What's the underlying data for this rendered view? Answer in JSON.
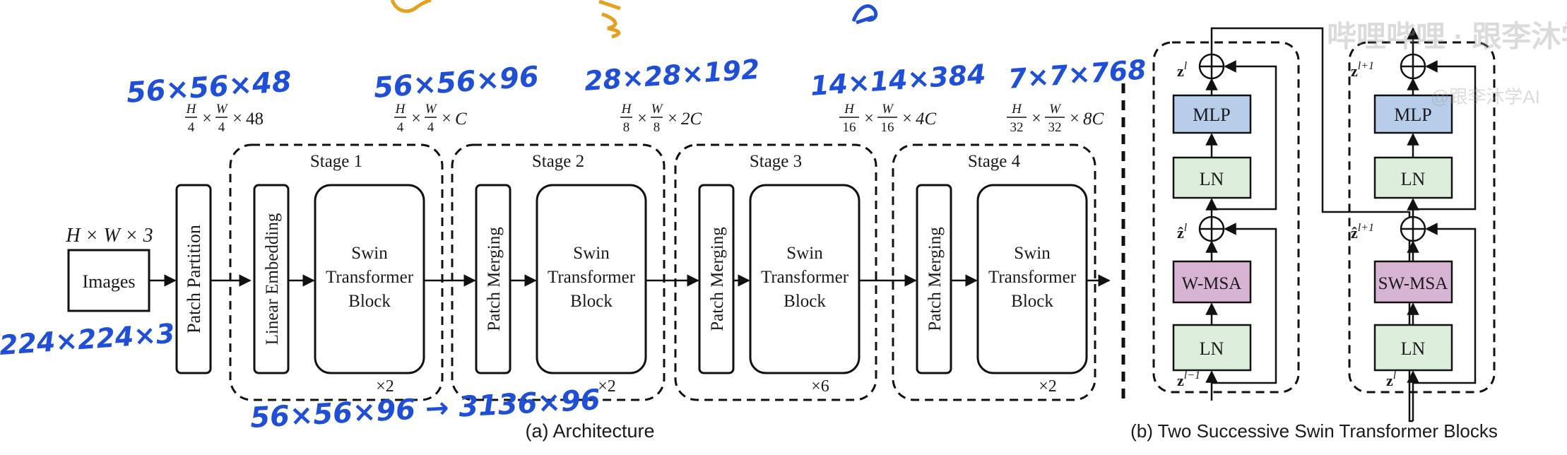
{
  "architecture": {
    "caption": "(a) Architecture",
    "input_label": "H × W × 3",
    "images_label": "Images",
    "patch_partition_label": "Patch Partition",
    "dims": [
      {
        "a": "H",
        "b": "4",
        "c": "W",
        "d": "4",
        "mult": "48"
      },
      {
        "a": "H",
        "b": "4",
        "c": "W",
        "d": "4",
        "mult": "C"
      },
      {
        "a": "H",
        "b": "8",
        "c": "W",
        "d": "8",
        "mult": "2C"
      },
      {
        "a": "H",
        "b": "16",
        "c": "W",
        "d": "16",
        "mult": "4C"
      },
      {
        "a": "H",
        "b": "32",
        "c": "W",
        "d": "32",
        "mult": "8C"
      }
    ],
    "stages": [
      {
        "title": "Stage 1",
        "first_block": "Linear Embedding",
        "block_lines": [
          "Swin",
          "Transformer",
          "Block"
        ],
        "repeat": "×2"
      },
      {
        "title": "Stage 2",
        "first_block": "Patch Merging",
        "block_lines": [
          "Swin",
          "Transformer",
          "Block"
        ],
        "repeat": "×2"
      },
      {
        "title": "Stage 3",
        "first_block": "Patch Merging",
        "block_lines": [
          "Swin",
          "Transformer",
          "Block"
        ],
        "repeat": "×6"
      },
      {
        "title": "Stage 4",
        "first_block": "Patch Merging",
        "block_lines": [
          "Swin",
          "Transformer",
          "Block"
        ],
        "repeat": "×2"
      }
    ]
  },
  "blocks": {
    "caption": "(b) Two Successive Swin Transformer Blocks",
    "left": {
      "mlp": "MLP",
      "ln_top": "LN",
      "attn": "W-MSA",
      "ln_bottom": "LN",
      "out_var": "z",
      "out_sup": "l",
      "mid_var": "ẑ",
      "mid_sup": "l",
      "in_var": "z",
      "in_sup": "l−1"
    },
    "right": {
      "mlp": "MLP",
      "ln_top": "LN",
      "attn": "SW-MSA",
      "ln_bottom": "LN",
      "out_var": "z",
      "out_sup": "l+1",
      "mid_var": "ẑ",
      "mid_sup": "l+1",
      "in_var": "z",
      "in_sup": "l"
    },
    "colors": {
      "mlp": "#b8cdea",
      "ln": "#ddeedd",
      "attn": "#d8b4d4"
    }
  },
  "annotations": {
    "handwritten": [
      "56×56×48",
      "56×56×96",
      "28×28×192",
      "14×14×384",
      "7×7×768",
      "224×224×3",
      "56×56×96 → 3136×96"
    ],
    "color": "#1f4fd6"
  },
  "watermark": {
    "text": "哔哩哔哩 · 跟李沐学AI",
    "sub": "@跟李沐学AI"
  }
}
